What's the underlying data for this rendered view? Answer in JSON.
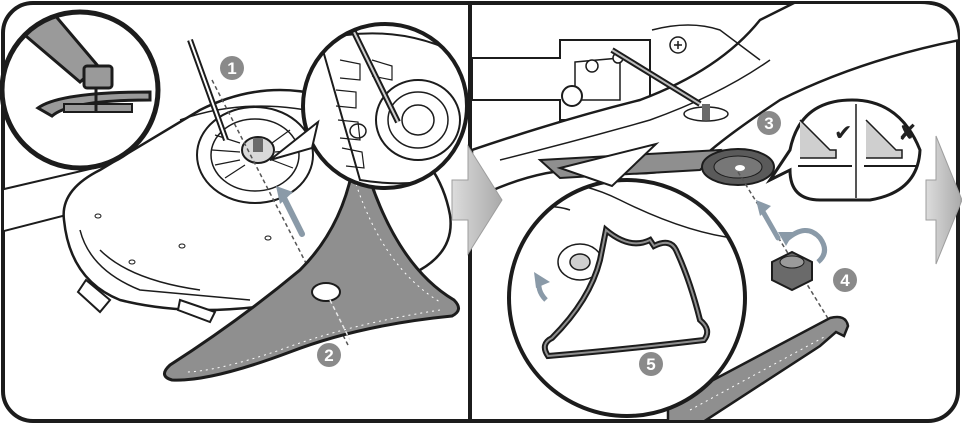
{
  "steps": {
    "s1": "1",
    "s2": "2",
    "s3": "3",
    "s4": "4",
    "s5": "5"
  },
  "marks": {
    "correct": "✔",
    "incorrect": "✘"
  },
  "colors": {
    "badge": "#8a8a8a",
    "blade_fill": "#8f8f8f",
    "arrow_fill": "#c9c9c9",
    "line": "#1c1c1c"
  }
}
